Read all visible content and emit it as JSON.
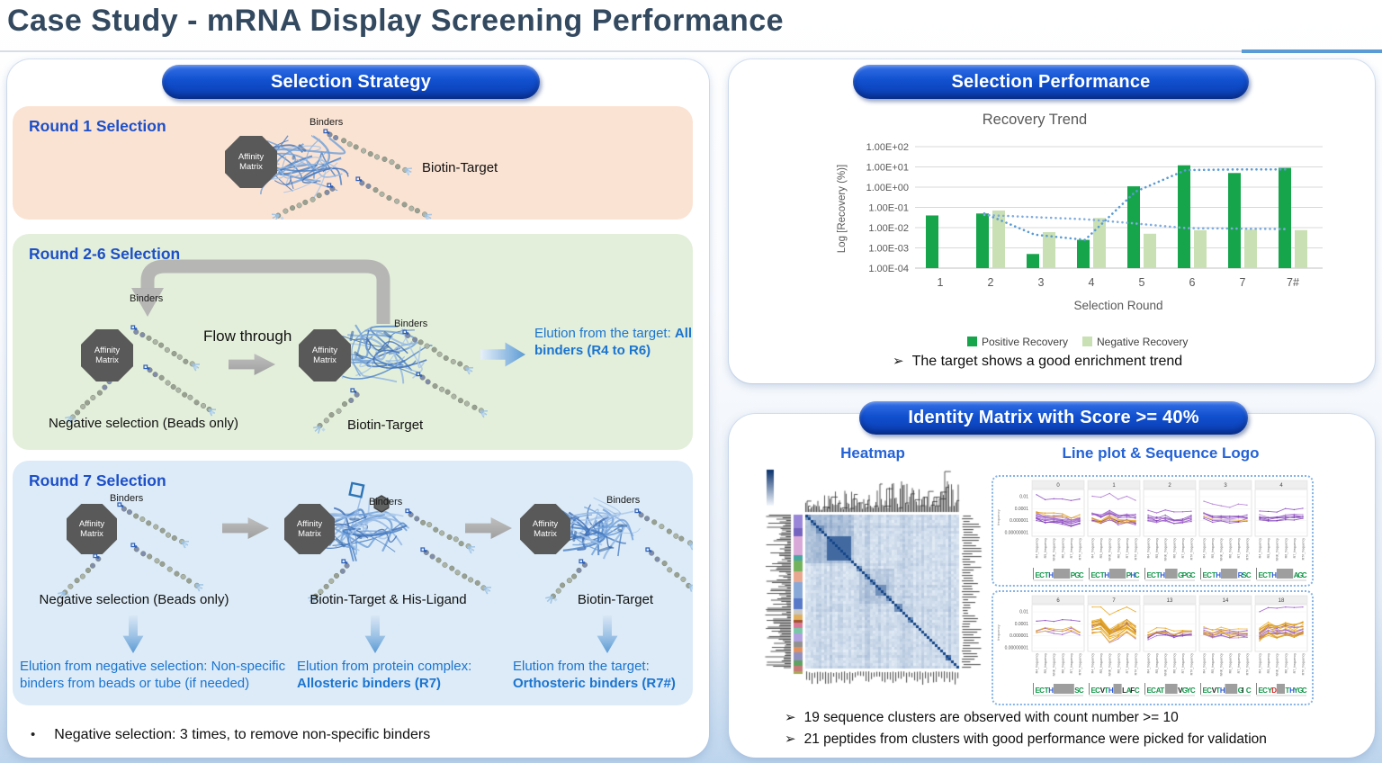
{
  "page": {
    "title": "Case Study - mRNA Display Screening Performance"
  },
  "glyphs": {
    "arrow_bullet": "➢",
    "dot_bullet": "•"
  },
  "labels": {
    "affinity_matrix": "Affinity\nMatrix",
    "binders": "Binders",
    "biotin_target": "Biotin-Target"
  },
  "selection_strategy": {
    "header": "Selection Strategy",
    "round1": {
      "title": "Round 1 Selection",
      "target_caption": "Biotin-Target"
    },
    "round2_6": {
      "title": "Round 2-6 Selection",
      "flow_through": "Flow through",
      "negative_caption": "Negative selection (Beads only)",
      "target_caption": "Biotin-Target",
      "elution_prefix": "Elution from the target: ",
      "elution_bold": "All binders (R4 to R6)"
    },
    "round7": {
      "title": "Round 7 Selection",
      "col1": {
        "caption": "Negative selection (Beads only)",
        "elution": "Elution from negative selection: Non-specific binders from beads or tube (if needed)"
      },
      "col2": {
        "caption": "Biotin-Target & His-Ligand",
        "elution_prefix": "Elution from protein complex:",
        "elution_bold": "Allosteric binders (R7)"
      },
      "col3": {
        "caption": "Biotin-Target",
        "elution_prefix": "Elution from the target:",
        "elution_bold": "Orthosteric binders (R7#)"
      }
    },
    "footnote": "Negative selection: 3 times, to remove non-specific binders"
  },
  "selection_performance": {
    "header": "Selection Performance",
    "note": "The target shows a good enrichment trend"
  },
  "chart_data": {
    "type": "bar",
    "title": "Recovery Trend",
    "xlabel": "Selection Round",
    "ylabel": "Log [Recovery (%)]",
    "categories": [
      "1",
      "2",
      "3",
      "4",
      "5",
      "6",
      "7",
      "7#"
    ],
    "y_ticks": [
      "1.00E+02",
      "1.00E+01",
      "1.00E+00",
      "1.00E-01",
      "1.00E-02",
      "1.00E-03",
      "1.00E-04"
    ],
    "ylim_log": [
      -4,
      2
    ],
    "grid": true,
    "legend_position": "bottom",
    "series": [
      {
        "name": "Positive Recovery",
        "type": "bar",
        "color": "#17a54c",
        "values": [
          0.04,
          0.05,
          0.0005,
          0.0025,
          1.1,
          12,
          5,
          9
        ]
      },
      {
        "name": "Negative Recovery",
        "type": "bar",
        "color": "#c9e0b4",
        "values": [
          null,
          0.07,
          0.006,
          0.03,
          0.005,
          0.0075,
          0.008,
          0.0075
        ]
      },
      {
        "name": "Positive trend",
        "type": "dotted-line",
        "color": "#5b9bd5",
        "values": [
          null,
          0.05,
          0.0045,
          0.0025,
          0.6,
          7,
          7.5,
          7.5
        ]
      },
      {
        "name": "Negative trend",
        "type": "dotted-line",
        "color": "#7fabde",
        "values": [
          null,
          0.042,
          0.033,
          0.026,
          0.016,
          0.0095,
          0.009,
          0.0085
        ]
      }
    ],
    "legend": [
      "Positive Recovery",
      "Negative Recovery"
    ]
  },
  "identity_matrix": {
    "header": "Identity Matrix with Score >= 40%",
    "heatmap_title": "Heatmap",
    "lineplot_title": "Line plot & Sequence Logo",
    "facet_y_ticks": [
      "0.01",
      "0.0001",
      "0.000001",
      "0.00000001"
    ],
    "facet_y_axis_label": "frequency",
    "facet_x_ticks": [
      "R4_frequency",
      "R5_frequency",
      "NNK_frequency",
      "R6_frequency",
      "R7_frequency",
      "R7#_frequency"
    ],
    "facet_rows": [
      {
        "facets": [
          {
            "label": "0",
            "purple": 12,
            "orange": 2,
            "spread": 1.0,
            "outlier": {
              "color": "purple",
              "log": -2.3
            },
            "logo_left": "EC",
            "logo_mid": "TH",
            "logo_right": "PGC"
          },
          {
            "label": "1",
            "purple": 13,
            "orange": 3,
            "spread": 1.1,
            "outlier": {
              "color": "purple",
              "log": -2.2
            },
            "logo_left": "EC",
            "logo_mid": "TH",
            "logo_right": "PHC"
          },
          {
            "label": "2",
            "purple": 7,
            "orange": 0,
            "spread": 0.8,
            "outlier": {
              "color": "purple",
              "log": -4.3
            },
            "logo_left": "EC",
            "logo_mid": "TH",
            "logo_right": "GPGC"
          },
          {
            "label": "3",
            "purple": 6,
            "orange": 1,
            "spread": 0.8,
            "outlier": {
              "color": "purple",
              "log": -3.4
            },
            "logo_left": "EC",
            "logo_mid": "TH",
            "logo_right": "RSC"
          },
          {
            "label": "4",
            "purple": 6,
            "orange": 0,
            "spread": 0.7,
            "outlier": {
              "color": "purple",
              "log": -4.4
            },
            "logo_left": "EC",
            "logo_mid": "TH",
            "logo_right": "AGC"
          }
        ]
      },
      {
        "facets": [
          {
            "label": "6",
            "purple": 2,
            "orange": 2,
            "spread": 0.7,
            "outlier": {
              "color": "purple",
              "log": -3.6
            },
            "logo_left": "EC",
            "logo_mid": "TH",
            "logo_right": "SC"
          },
          {
            "label": "7",
            "purple": 3,
            "orange": 14,
            "spread": 1.6,
            "outlier": {
              "color": "orange",
              "log": -1.7
            },
            "logo_left": "EC",
            "logo_mid": "VTH",
            "logo_right": "LAFC"
          },
          {
            "label": "13",
            "purple": 5,
            "orange": 3,
            "spread": 0.7,
            "outlier": null,
            "logo_left": "EC",
            "logo_mid": "AT",
            "logo_right": "VGYC"
          },
          {
            "label": "14",
            "purple": 6,
            "orange": 4,
            "spread": 0.8,
            "outlier": null,
            "logo_left": "EC",
            "logo_mid": "VTH",
            "logo_right": "GIC"
          },
          {
            "label": "18",
            "purple": 6,
            "orange": 10,
            "spread": 1.4,
            "outlier": {
              "color": "purple",
              "log": -1.8
            },
            "logo_left": "EC",
            "logo_mid": "YD",
            "logo_right": "THYGC"
          }
        ]
      }
    ],
    "notes": [
      "19 sequence clusters are observed with count number >= 10",
      "21 peptides from clusters with good performance were picked for validation"
    ]
  }
}
